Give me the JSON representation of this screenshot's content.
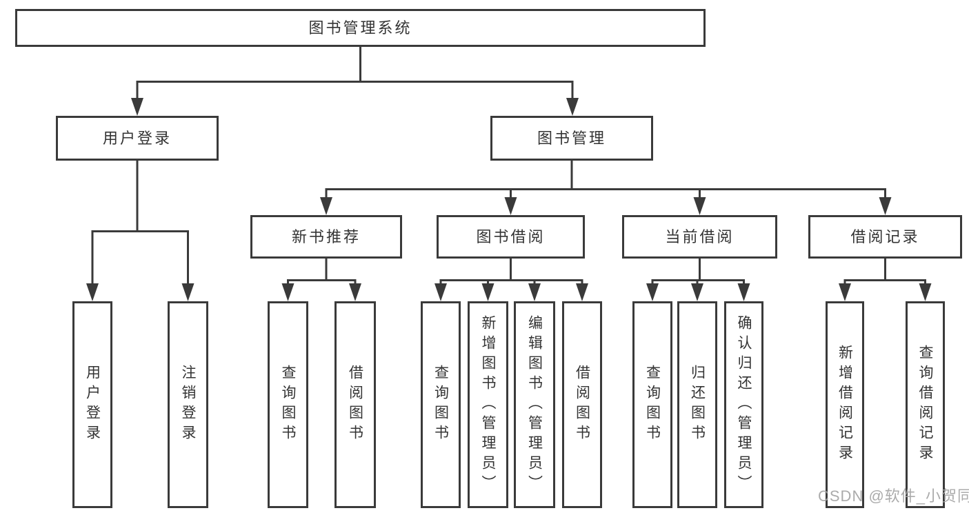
{
  "diagram": {
    "nodes": {
      "root": "图书管理系统",
      "user_login": "用户登录",
      "book_mgmt": "图书管理",
      "new_book": "新书推荐",
      "borrow": "图书借阅",
      "current": "当前借阅",
      "record": "借阅记录",
      "leaf_user_login": "用户登录",
      "leaf_logout": "注销登录",
      "nb_query": "查询图书",
      "nb_borrow": "借阅图书",
      "bw_query": "查询图书",
      "bw_add": "新增图书（管理员）",
      "bw_edit": "编辑图书（管理员）",
      "bw_borrow": "借阅图书",
      "cb_query": "查询图书",
      "cb_return": "归还图书",
      "cb_confirm": "确认归还（管理员）",
      "rc_add": "新增借阅记录",
      "rc_query": "查询借阅记录"
    },
    "colors": {
      "line": "#3a3a3a",
      "box_background": "#ffffff",
      "text": "#333333",
      "watermark": "#a4a4a4"
    }
  },
  "watermark": "CSDN @软件_小贺同学"
}
